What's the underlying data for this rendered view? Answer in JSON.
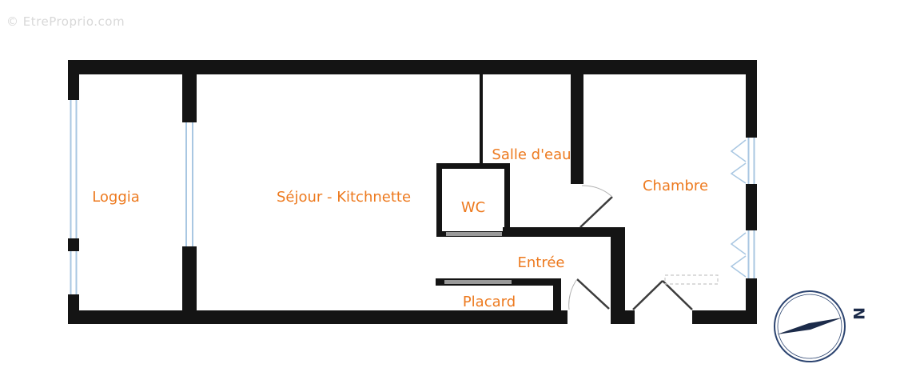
{
  "watermark": "© EtreProprio.com",
  "labels": {
    "loggia": "Loggia",
    "sejour": "Séjour - Kitchnette",
    "salle_deau": "Salle d'eau",
    "wc": "WC",
    "chambre": "Chambre",
    "entree": "Entrée",
    "placard": "Placard"
  },
  "compass": {
    "north": "N"
  },
  "colors": {
    "wall": "#141414",
    "label": "#ed7a1f",
    "window": "#a9c7e2",
    "door": "#9a9a9a",
    "leaf": "#3c3c3c",
    "arc": "#b0b0b0",
    "dashed": "#c8c8c8",
    "compass": "#2c4470",
    "needle": "#1c2b4a",
    "watermark": "#d8d8d8",
    "background": "#ffffff"
  }
}
